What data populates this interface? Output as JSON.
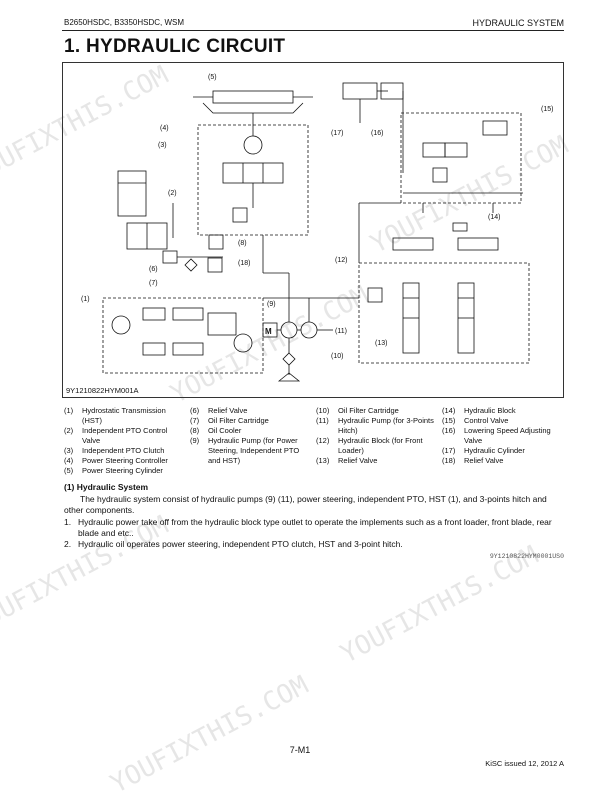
{
  "header": {
    "models": "B2650HSDC, B3350HSDC, WSM",
    "section": "HYDRAULIC SYSTEM"
  },
  "page_title": "1.  HYDRAULIC CIRCUIT",
  "diagram": {
    "code": "9Y1210822HYM001A",
    "callouts": [
      "(1)",
      "(2)",
      "(3)",
      "(4)",
      "(5)",
      "(6)",
      "(7)",
      "(8)",
      "(9)",
      "(10)",
      "(11)",
      "(12)",
      "(13)",
      "(14)",
      "(15)",
      "(16)",
      "(17)",
      "(18)"
    ],
    "motor_label": "M"
  },
  "legend": [
    [
      {
        "num": "(1)",
        "text": "Hydrostatic Transmission (HST)"
      },
      {
        "num": "(2)",
        "text": "Independent PTO Control Valve"
      },
      {
        "num": "(3)",
        "text": "Independent PTO Clutch"
      },
      {
        "num": "(4)",
        "text": "Power Steering Controller"
      },
      {
        "num": "(5)",
        "text": "Power Steering Cylinder"
      }
    ],
    [
      {
        "num": "(6)",
        "text": "Relief Valve"
      },
      {
        "num": "(7)",
        "text": "Oil Filter Cartridge"
      },
      {
        "num": "(8)",
        "text": "Oil Cooler"
      },
      {
        "num": "(9)",
        "text": "Hydraulic Pump (for Power Steering, Independent PTO and HST)"
      }
    ],
    [
      {
        "num": "(10)",
        "text": "Oil Filter Cartridge"
      },
      {
        "num": "(11)",
        "text": "Hydraulic Pump (for 3-Points Hitch)"
      },
      {
        "num": "(12)",
        "text": "Hydraulic Block (for Front Loader)"
      },
      {
        "num": "(13)",
        "text": "Relief Valve"
      }
    ],
    [
      {
        "num": "(14)",
        "text": "Hydraulic Block"
      },
      {
        "num": "(15)",
        "text": "Control Valve"
      },
      {
        "num": "(16)",
        "text": "Lowering Speed Adjusting Valve"
      },
      {
        "num": "(17)",
        "text": "Hydraulic Cylinder"
      },
      {
        "num": "(18)",
        "text": "Relief Valve"
      }
    ]
  ],
  "section_heading": "(1) Hydraulic System",
  "paragraph": "The hydraulic system consist of hydraulic pumps (9) (11), power steering, independent PTO, HST (1), and 3-points hitch and other components.",
  "list": [
    {
      "n": "1.",
      "text": "Hydraulic power take off from the hydraulic block type outlet to operate the implements such as a front loader, front blade, rear blade and etc.."
    },
    {
      "n": "2.",
      "text": "Hydraulic oil operates power steering, independent PTO clutch, HST and 3-point hitch."
    }
  ],
  "doc_code": "9Y1210822HYM0001US0",
  "page_number": "7-M1",
  "footer_issue": "KiSC issued 12, 2012 A",
  "watermark": "YOUFIXTHIS.COM"
}
